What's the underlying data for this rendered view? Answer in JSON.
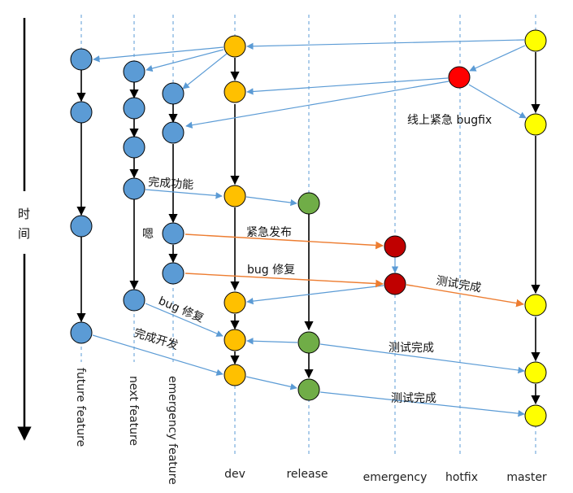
{
  "time_label": [
    "时",
    "间"
  ],
  "lanes": [
    {
      "id": "future",
      "label": "future feature"
    },
    {
      "id": "next",
      "label": "next feature"
    },
    {
      "id": "emergency_feature",
      "label": "emergency feature"
    },
    {
      "id": "dev",
      "label": "dev"
    },
    {
      "id": "release",
      "label": "release"
    },
    {
      "id": "emergency",
      "label": "emergency"
    },
    {
      "id": "hotfix",
      "label": "hotfix"
    },
    {
      "id": "master",
      "label": "master"
    }
  ],
  "colors": {
    "lane_line": "#5b9bd5",
    "feature_node": "#5b9bd5",
    "dev_node": "#ffc000",
    "release_node": "#70ad47",
    "emergency_node": "#c00000",
    "hotfix_node": "#ff0000",
    "master_node": "#ffff00",
    "blue_arrow": "#5b9bd5",
    "orange_arrow": "#ed7d31",
    "black_arrow": "#000000"
  },
  "annotations": {
    "hotfix_note": "线上紧急 bugfix",
    "feature_done": "完成功能",
    "um": "嗯",
    "emergency_release": "紧急发布",
    "bug_fix_1": "bug 修复",
    "test_done_1": "测试完成",
    "bug_fix_2": "bug 修复",
    "dev_done": "完成开发",
    "test_done_2": "测试完成",
    "test_done_3": "测试完成"
  }
}
